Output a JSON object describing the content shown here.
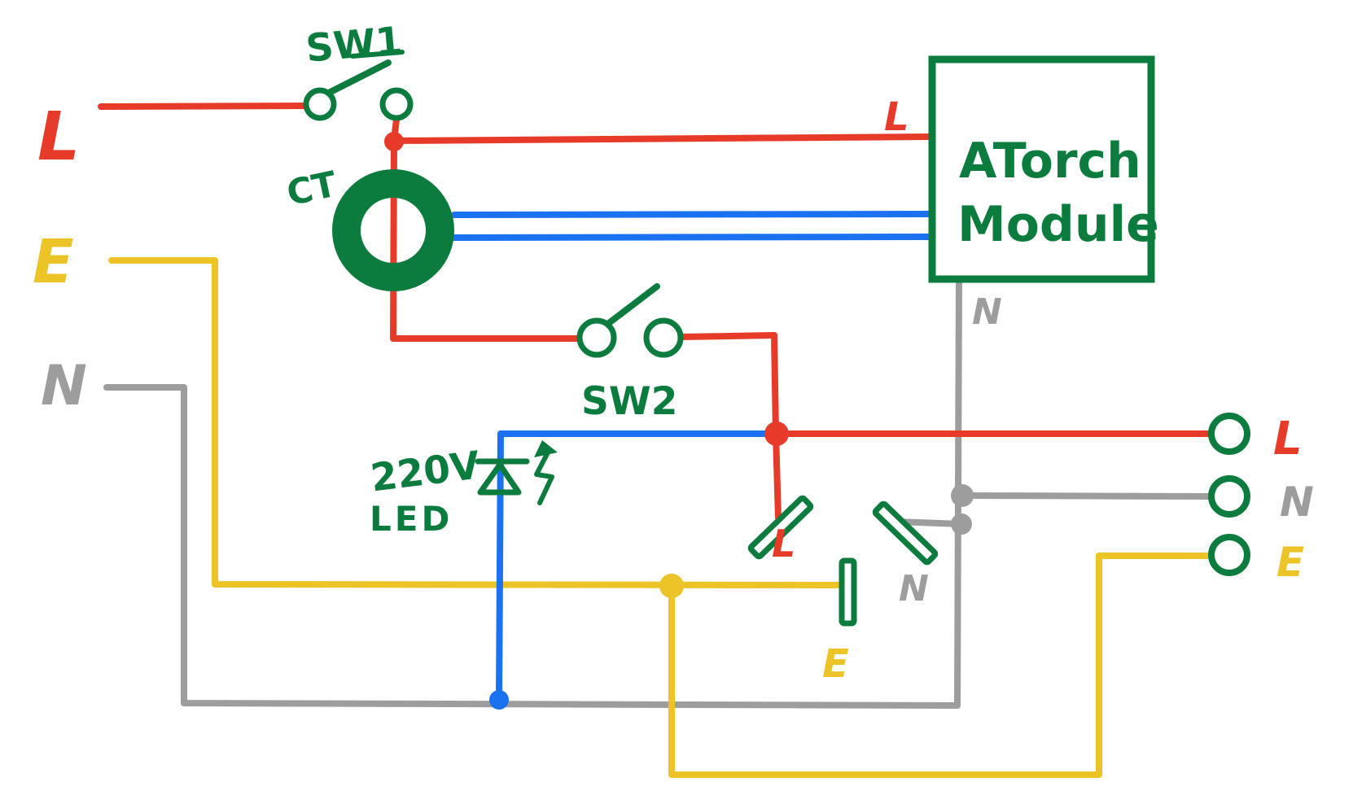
{
  "colors": {
    "live_red": "#e63b28",
    "earth_yellow": "#edc427",
    "neutral_gray": "#9d9d9d",
    "component_green": "#0c7c3e",
    "ct_secondary_blue": "#1b72f0",
    "background": "#ffffff"
  },
  "labels": {
    "input_live": "L",
    "input_earth": "E",
    "input_neutral": "N",
    "switch1": "SW1",
    "current_transformer": "CT",
    "switch2": "SW2",
    "led_voltage": "220V",
    "led": "LED",
    "module_line1": "ATorch",
    "module_line2": "Module",
    "module_live_in": "L",
    "module_neutral_out": "N",
    "contact_live": "L",
    "contact_neutral": "N",
    "contact_earth": "E",
    "terminal_live": "L",
    "terminal_neutral": "N",
    "terminal_earth": "E"
  }
}
